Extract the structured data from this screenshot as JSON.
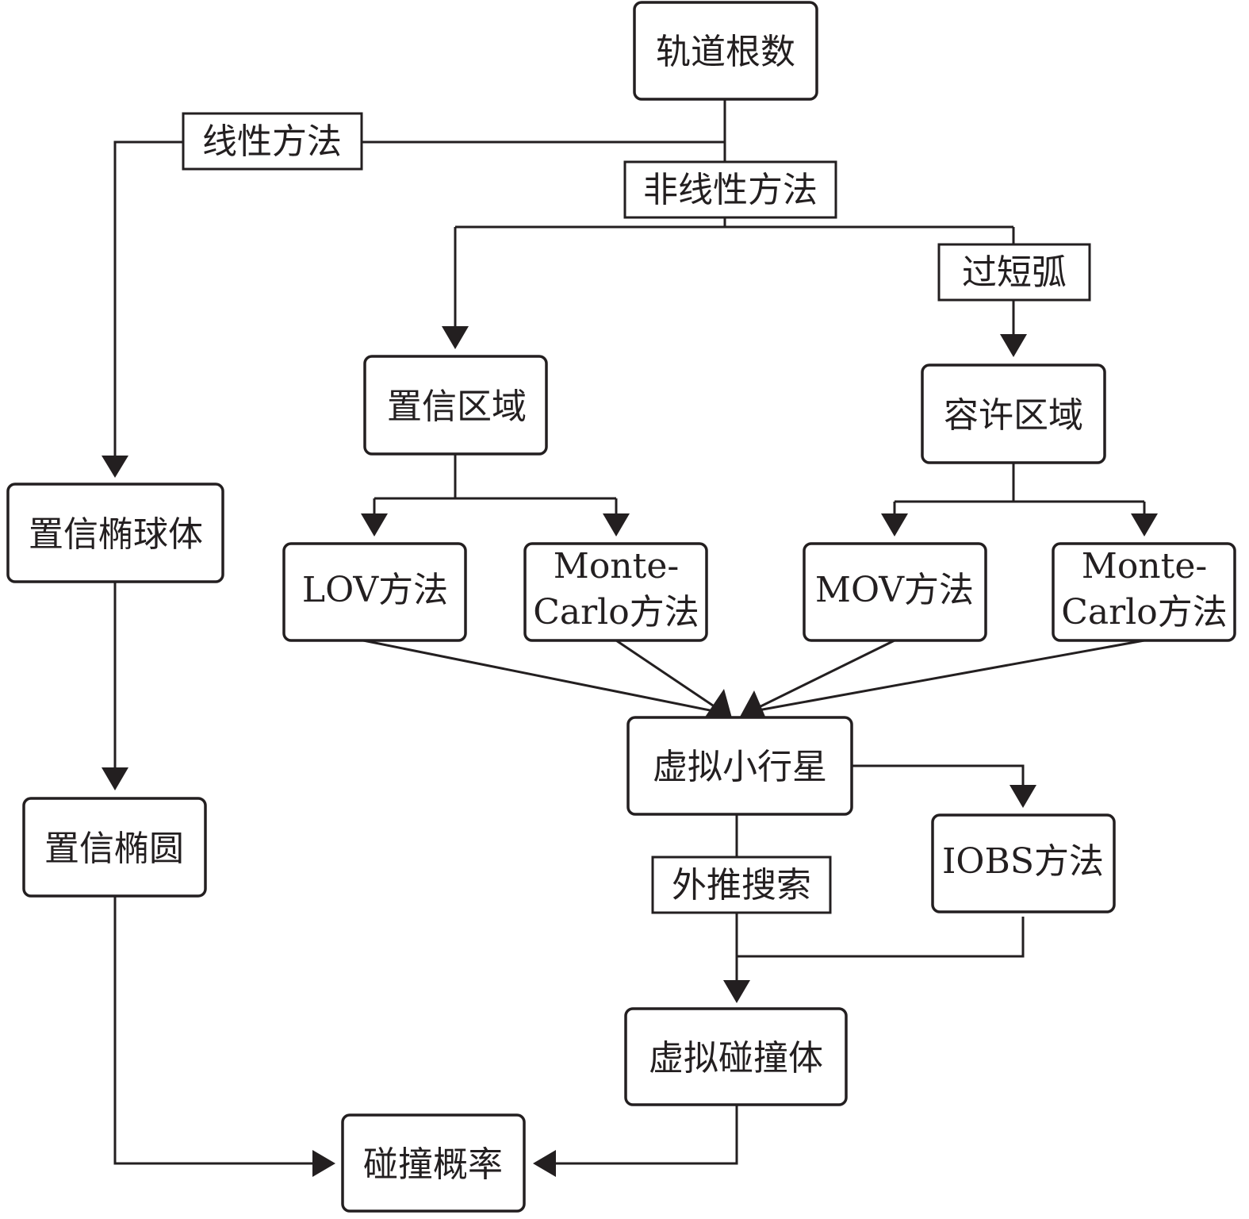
{
  "nodes": {
    "orbital_elements": "轨道根数",
    "confidence_region": "置信区域",
    "admissible_region": "容许区域",
    "confidence_ellipsoid": "置信椭球体",
    "confidence_ellipse": "置信椭圆",
    "lov_method": "LOV方法",
    "monte_carlo_left": [
      "Monte-",
      "Carlo方法"
    ],
    "mov_method": "MOV方法",
    "monte_carlo_right": [
      "Monte-",
      "Carlo方法"
    ],
    "virtual_asteroid": "虚拟小行星",
    "iobs_method": "IOBS方法",
    "virtual_impactor": "虚拟碰撞体",
    "impact_probability": "碰撞概率"
  },
  "edge_labels": {
    "linear_method": "线性方法",
    "nonlinear_method": "非线性方法",
    "too_short_arc": "过短弧",
    "extrapolation_search": "外推搜索"
  },
  "colors": {
    "stroke": "#231f20",
    "background": "#ffffff"
  }
}
